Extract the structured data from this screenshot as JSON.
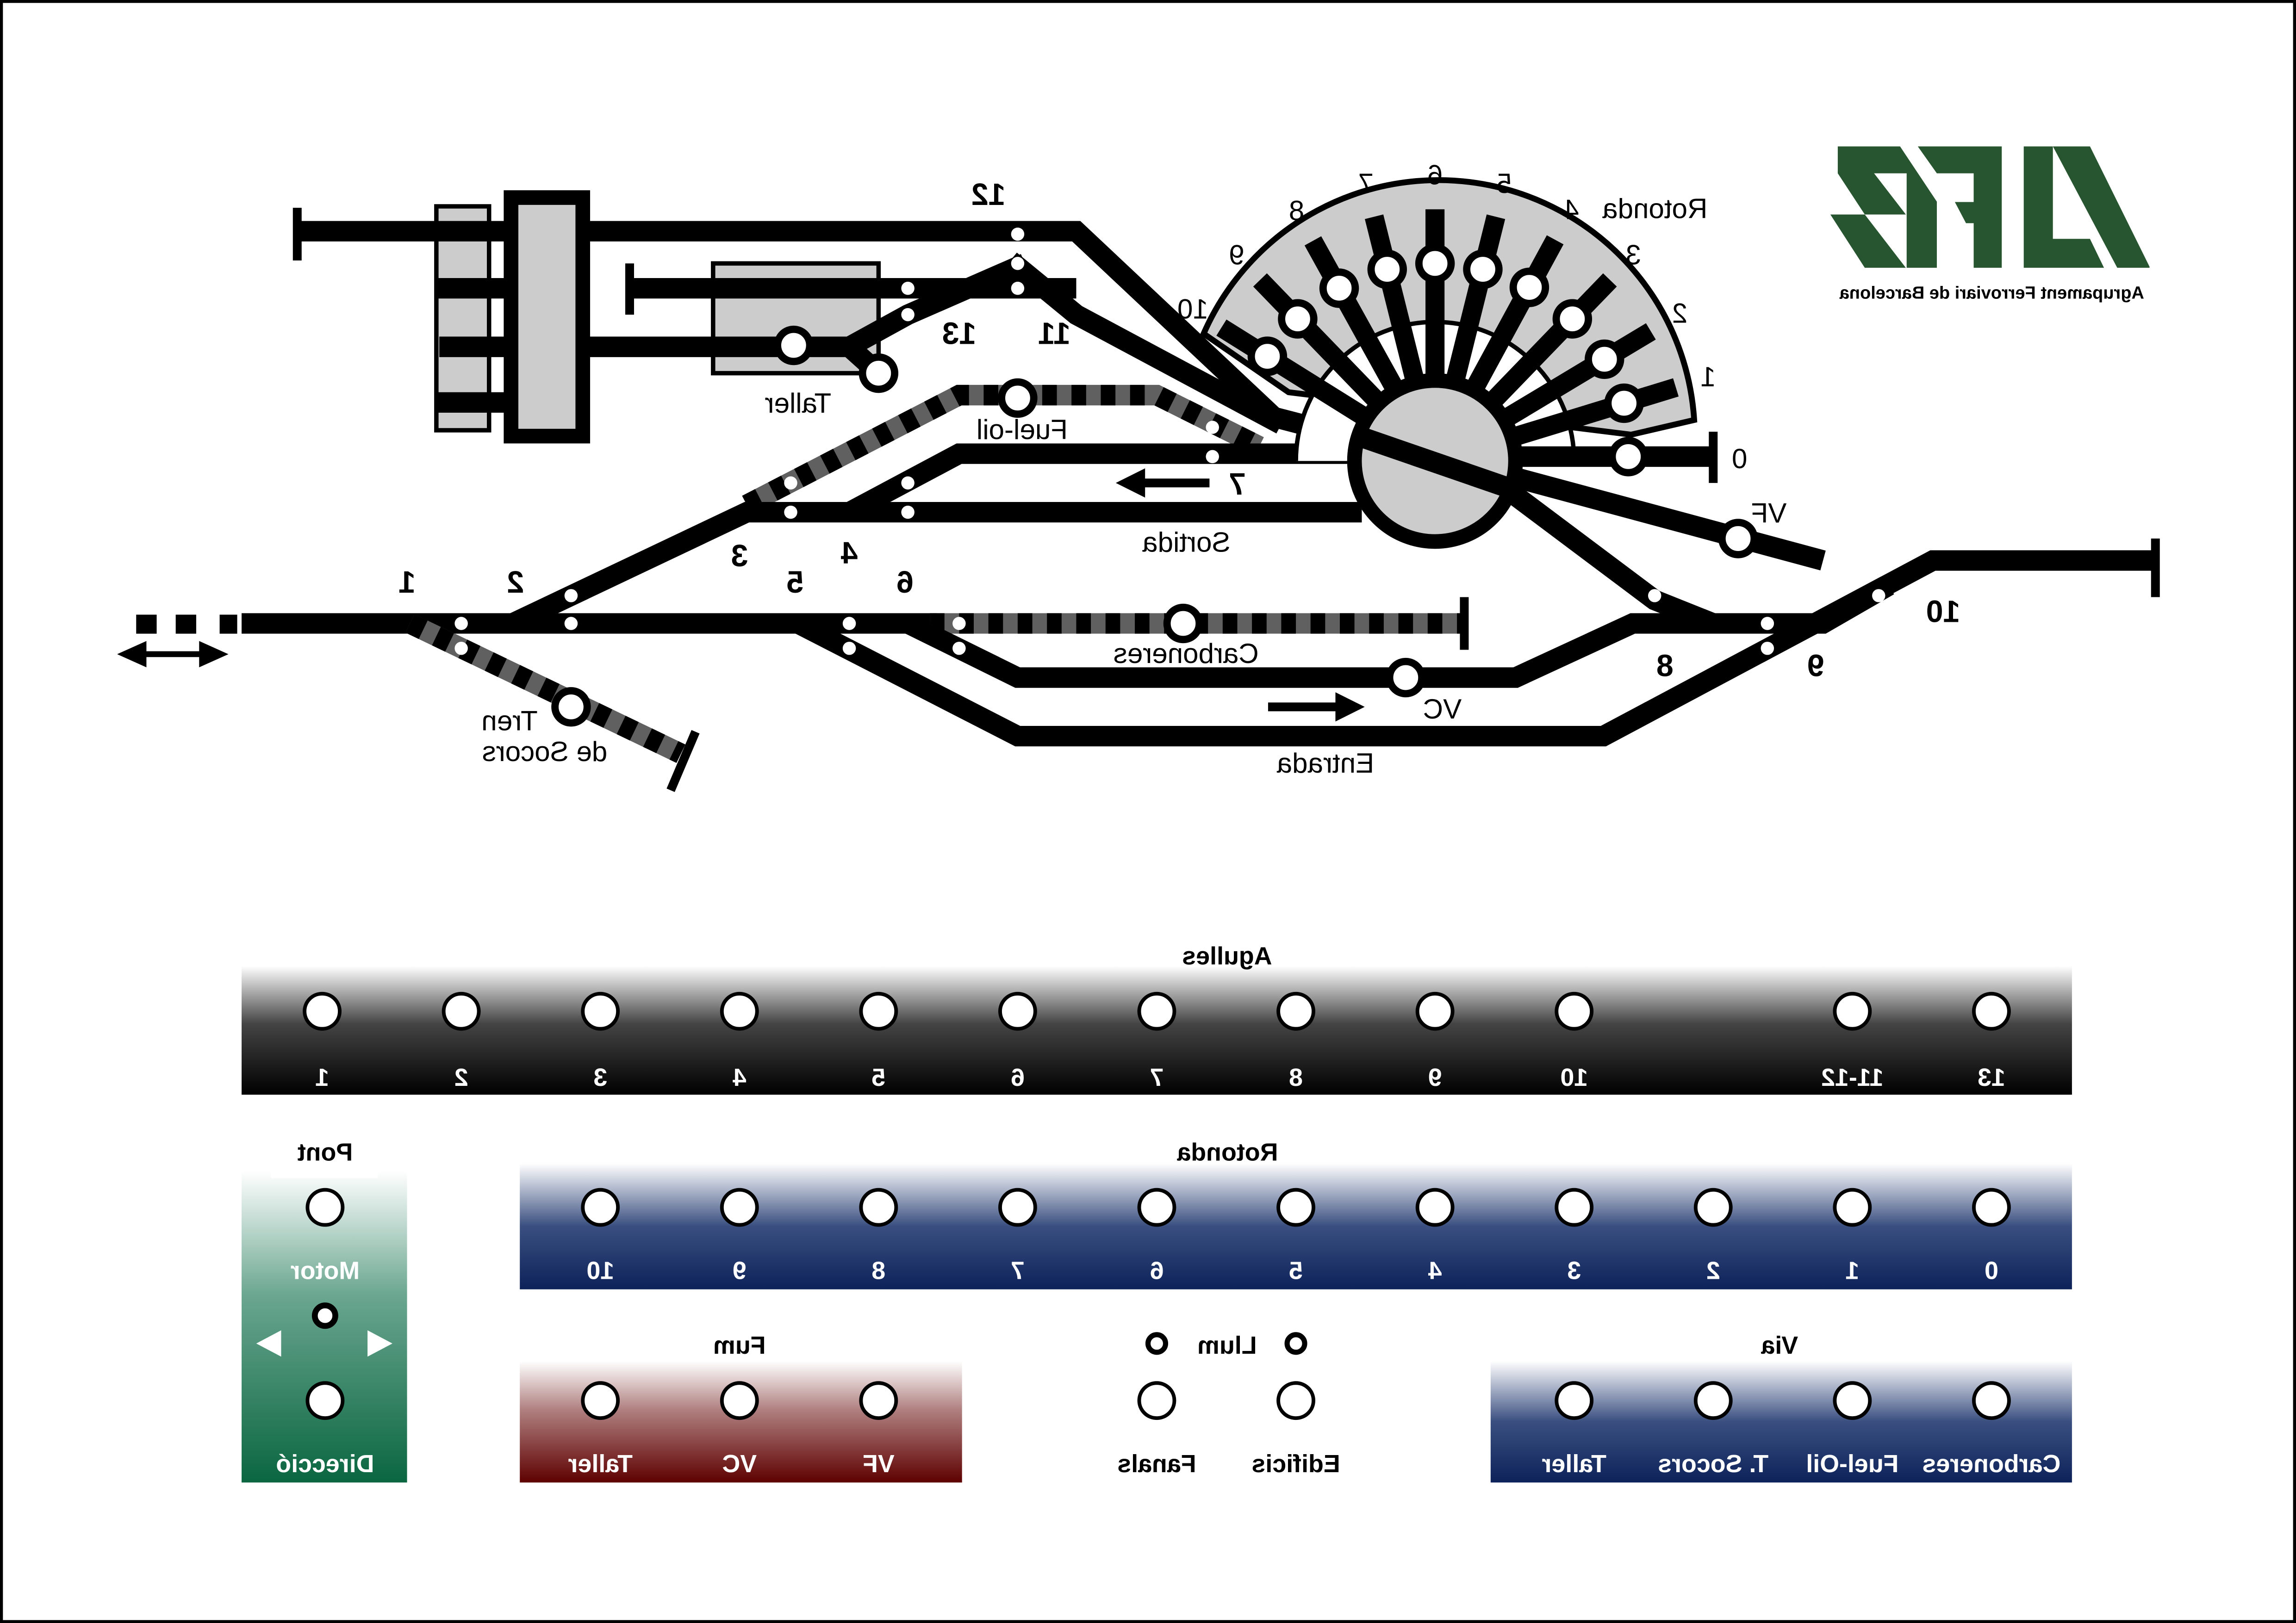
{
  "logo": {
    "initials": "AFB",
    "subtitle": "Agrupament Ferroviari de Barcelona",
    "color": "#27552f"
  },
  "diagram": {
    "turnout_numbers": {
      "n1": "1",
      "n2": "2",
      "n3": "3",
      "n4": "4",
      "n5": "5",
      "n6": "6",
      "n7": "7",
      "n8": "8",
      "n9": "9",
      "n10": "10",
      "n11": "11",
      "n12": "12",
      "n13": "13"
    },
    "labels": {
      "taller": "Taller",
      "fuel_oil": "Fuel-oil",
      "sortida": "Sortida",
      "carboneres": "Carboneres",
      "vc": "VC",
      "vf": "VF",
      "entrada": "Entrada",
      "tren": "Tren",
      "de_socors": "de Socors",
      "rotonda": "Rotonda"
    },
    "rotonda_tracks": [
      "0",
      "1",
      "2",
      "3",
      "4",
      "5",
      "6",
      "7",
      "8",
      "9",
      "10"
    ]
  },
  "panels": {
    "agulles": {
      "title": "Agulles",
      "color": "#000000",
      "buttons": [
        "1",
        "2",
        "3",
        "4",
        "5",
        "6",
        "7",
        "8",
        "9",
        "10",
        "11-12",
        "13"
      ]
    },
    "rotonda": {
      "title": "Rotonda",
      "color": "#0d2259",
      "buttons": [
        "0",
        "1",
        "2",
        "3",
        "4",
        "5",
        "6",
        "7",
        "8",
        "9",
        "10"
      ]
    },
    "pont": {
      "title": "Pont",
      "color": "#0a6640",
      "motor": "Motor",
      "direccio": "Direcció"
    },
    "fum": {
      "title": "Fum",
      "color": "#5e0000",
      "buttons": [
        "VF",
        "VC",
        "Taller"
      ]
    },
    "llum": {
      "title": "Llum",
      "buttons": [
        "Edificis",
        "Fanals"
      ]
    },
    "via": {
      "title": "Via",
      "color": "#0d2259",
      "buttons": [
        "Carboneres",
        "Fuel-Oil",
        "T. Socors",
        "Taller"
      ]
    }
  }
}
